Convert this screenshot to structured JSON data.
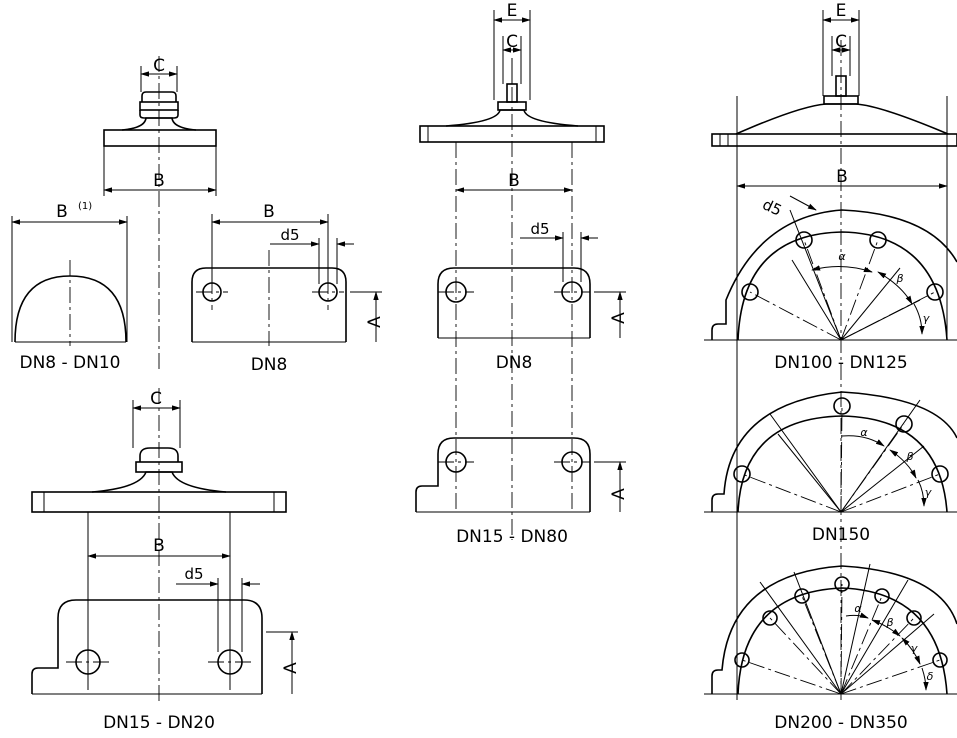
{
  "labels": {
    "dn8_dn10": "DN8  -  DN10",
    "dn8_a": "DN8",
    "dn15_dn20": "DN15  -  DN20",
    "dn8_b": "DN8",
    "dn15_dn80": "DN15  -  DN80",
    "dn100_dn125": "DN100  -  DN125",
    "dn150": "DN150",
    "dn200_dn350": "DN200  -  DN350"
  },
  "dims": {
    "A": "A",
    "B": "B",
    "B1_base": "B",
    "B1_sup": "(1)",
    "C": "C",
    "E": "E",
    "d5": "d5"
  },
  "angles": {
    "alpha": "α",
    "beta": "β",
    "gamma": "γ",
    "delta": "δ"
  }
}
